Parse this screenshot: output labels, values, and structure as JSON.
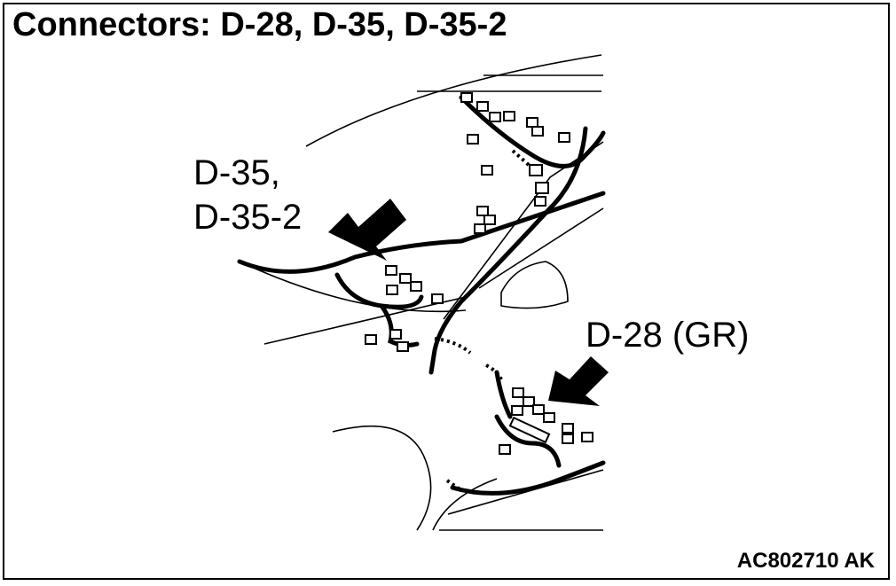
{
  "diagram": {
    "title": "Connectors: D-28, D-35, D-35-2",
    "callouts": {
      "d35": "D-35,",
      "d35_2": "D-35-2",
      "d28": "D-28 (GR)"
    },
    "figure_id": "AC802710 AK"
  }
}
